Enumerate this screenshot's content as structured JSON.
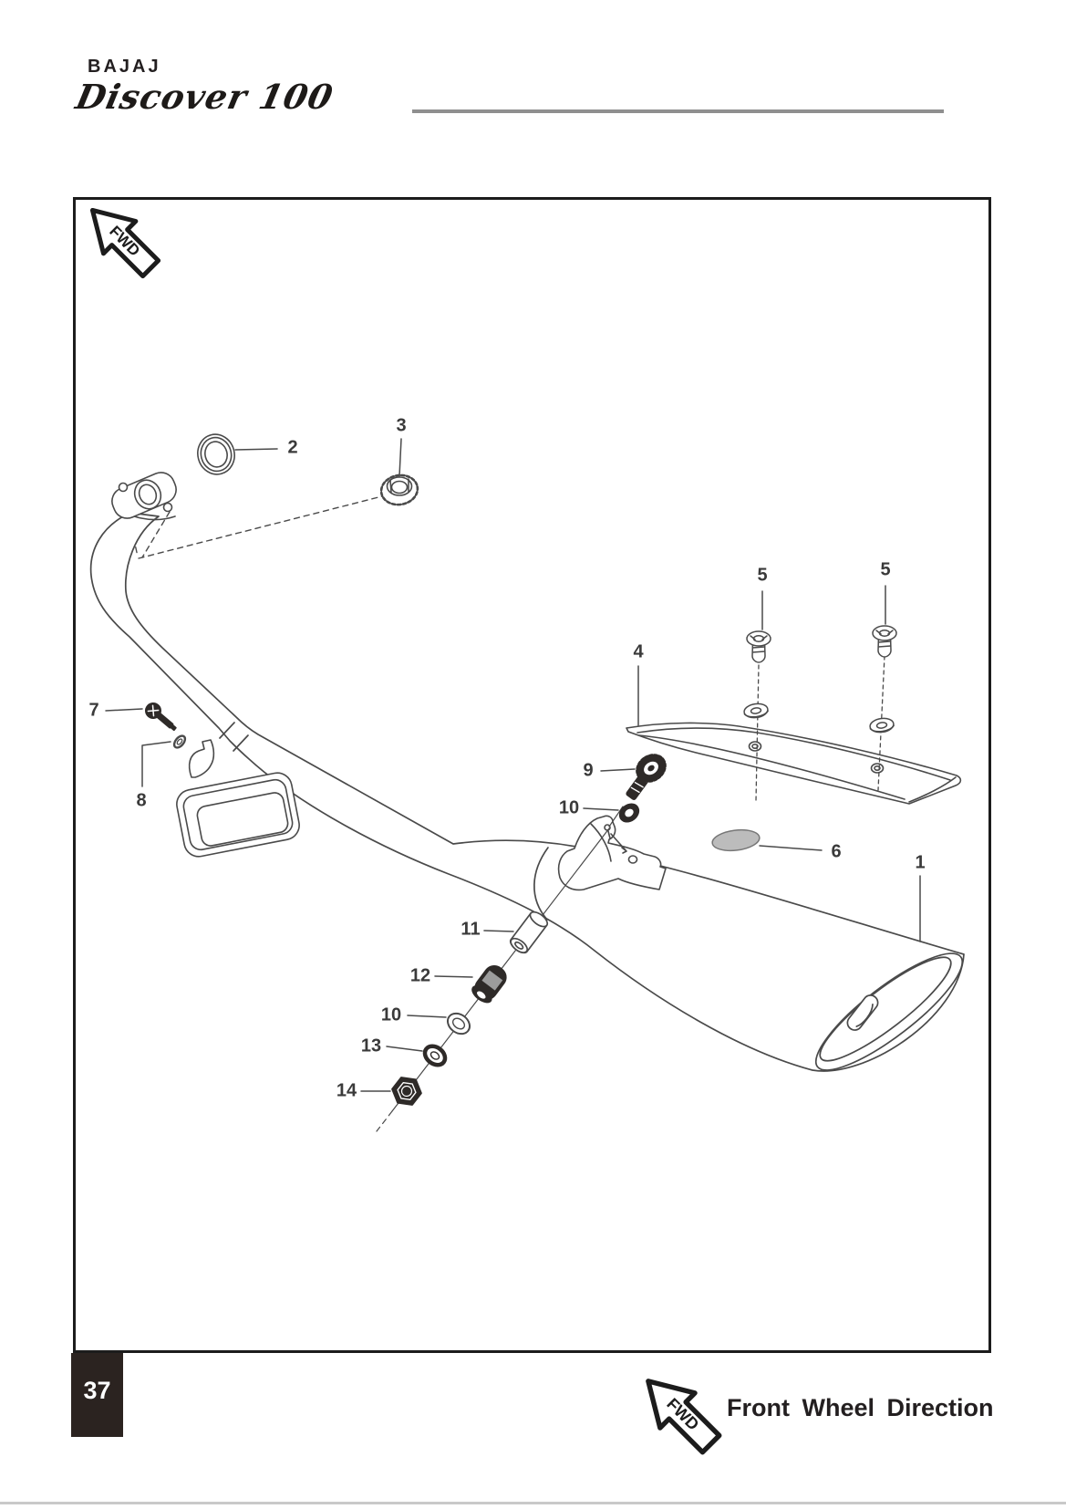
{
  "header": {
    "brand": "BAJAJ",
    "model": "Discover 100"
  },
  "diagram": {
    "fwd_label": "FWD",
    "callouts": [
      {
        "label": "1"
      },
      {
        "label": "2"
      },
      {
        "label": "3"
      },
      {
        "label": "4"
      },
      {
        "label": "5"
      },
      {
        "label": "5"
      },
      {
        "label": "6"
      },
      {
        "label": "7"
      },
      {
        "label": "8"
      },
      {
        "label": "9"
      },
      {
        "label": "10"
      },
      {
        "label": "10"
      },
      {
        "label": "11"
      },
      {
        "label": "12"
      },
      {
        "label": "13"
      },
      {
        "label": "14"
      }
    ]
  },
  "footer": {
    "page_number": "37",
    "fwd_label": "FWD",
    "direction_label": "Front Wheel Direction"
  },
  "colors": {
    "line": "#4a4a4a",
    "dark_part": "#2e2a28",
    "cap_fill": "#bcbcbc",
    "page_num_box": "#2b2320",
    "header_rule": "#8f8f8f",
    "bottom_rule": "#c9c9c9"
  }
}
